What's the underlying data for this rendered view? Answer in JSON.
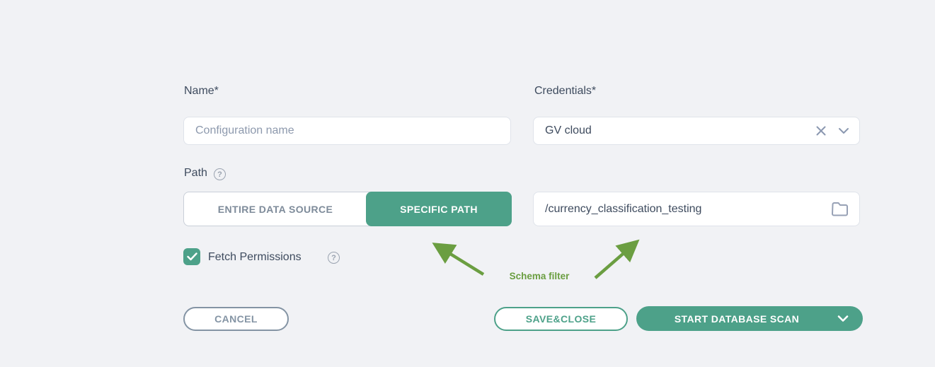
{
  "colors": {
    "background": "#f1f2f5",
    "teal_accent": "#4da189",
    "label_text": "#3e4b5e",
    "placeholder_text": "#8d99ad",
    "muted_gray": "#8494a4",
    "icon_gray": "#97a1b5",
    "annotation_green": "#6b9e41"
  },
  "form": {
    "name_field": {
      "label": "Name*",
      "placeholder": "Configuration name",
      "value": ""
    },
    "credentials_field": {
      "label": "Credentials*",
      "value": "GV cloud",
      "clear_icon": "x-icon",
      "dropdown_icon": "chevron-down-icon"
    },
    "path_field": {
      "label": "Path",
      "help_icon": "help-icon",
      "toggle": {
        "options": [
          {
            "label": "ENTIRE DATA SOURCE",
            "selected": false
          },
          {
            "label": "SPECIFIC PATH",
            "selected": true
          }
        ]
      },
      "value": "/currency_classification_testing",
      "browse_icon": "folder-icon"
    },
    "fetch_permissions": {
      "label": "Fetch Permissions",
      "checked": true,
      "help_icon": "help-icon"
    }
  },
  "annotation": {
    "label": "Schema filter"
  },
  "actions": {
    "cancel": "CANCEL",
    "save_close": "SAVE&CLOSE",
    "start_scan": "START DATABASE SCAN",
    "start_scan_more_icon": "chevron-down-icon"
  }
}
